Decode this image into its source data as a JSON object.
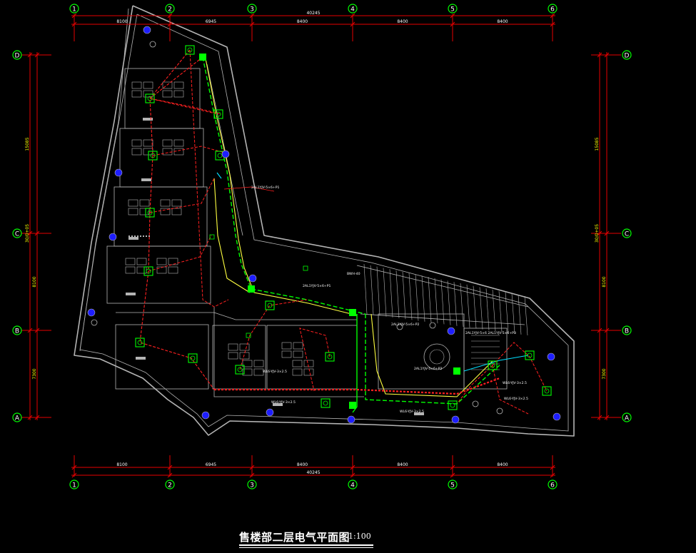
{
  "drawing": {
    "title": "售楼部二层电气平面图",
    "scale": "1:100"
  },
  "axes": {
    "columns": [
      "1",
      "2",
      "3",
      "4",
      "5",
      "6"
    ],
    "rows": [
      "D",
      "C",
      "B",
      "A"
    ]
  },
  "dimensions": {
    "top_total": "40245",
    "top_segments": [
      "8100",
      "6945",
      "8400",
      "8400",
      "8400"
    ],
    "bottom_total": "40245",
    "bottom_segments": [
      "8100",
      "6945",
      "8400",
      "8400",
      "8400"
    ],
    "left_overall": "15085",
    "left_segments": [
      "8100",
      "7300"
    ],
    "left_marker": "30/0+05",
    "right_overall": "15085",
    "right_segments": [
      "8100",
      "7300"
    ],
    "right_marker": "30/0+05"
  },
  "annotations": {
    "panel_callout_1": "2AL1YJV-5×6+P1",
    "panel_callout_2": "2AL1YJV-5×6+P1",
    "panel_callout_3": "2AL1YJV-5×6+P2",
    "panel_callout_4": "2AL1YJV-5×6+P2",
    "panel_callout_5": "2AL1YJV-5×6 2AL1YJV-5×6+P3",
    "ramp_label": "BWH-40",
    "circuit_1": "WL6-YJV-3×2.5",
    "circuit_2": "WL6-YJV-3×2.5",
    "circuit_3": "WL6-YJV-3×2.5",
    "circuit_4": "WL6-YJV-3×2.5",
    "circuit_5": "WL6-YJV-3×2.5"
  },
  "colors": {
    "background": "#000000",
    "walls": "#b4b4b4",
    "grid_lines": "#e60000",
    "axis_bubble": "#00ff00",
    "dim_text": "#ffff00",
    "lighting_circuit": "#ff2020",
    "power_circuit": "#00ff00",
    "yellow_circuit": "#ffff40",
    "cyan_circuit": "#00e0ff",
    "equipment": "#1e1eff",
    "text": "#ffffff"
  }
}
